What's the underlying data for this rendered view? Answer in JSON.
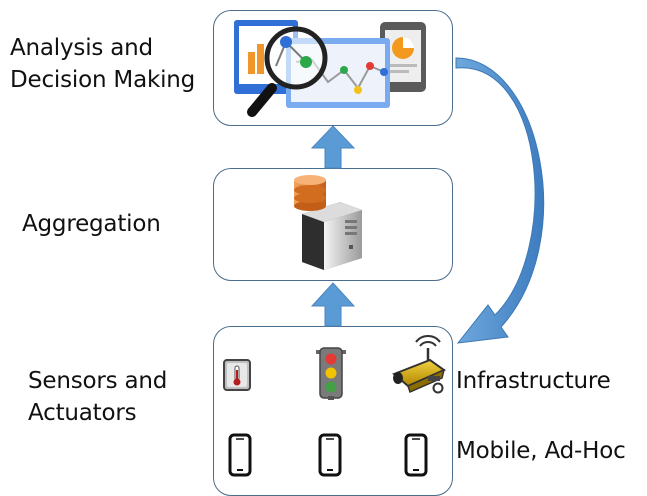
{
  "layers": {
    "analysis": {
      "line1": "Analysis and",
      "line2": "Decision Making"
    },
    "aggregation": {
      "label": "Aggregation"
    },
    "sensors": {
      "line1": "Sensors and",
      "line2": "Actuators"
    }
  },
  "rows": {
    "infrastructure": "Infrastructure",
    "mobile": "Mobile, Ad-Hoc"
  },
  "colors": {
    "arrow": "#5b9bd5",
    "box_border": "#4a6d8c",
    "server_disk": "#e07a2a"
  },
  "icons": [
    "analytics-dashboard-icon",
    "database-server-icon",
    "thermometer-icon",
    "traffic-light-icon",
    "security-camera-icon",
    "smartphone-icon"
  ]
}
